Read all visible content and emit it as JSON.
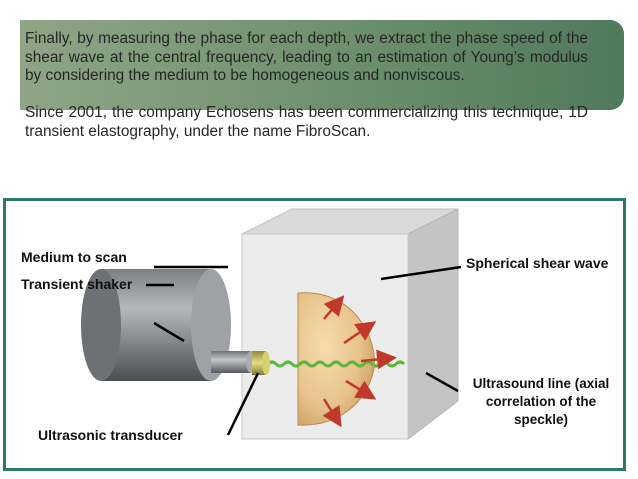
{
  "slide": {
    "paragraph1": "Finally, by measuring the phase for each depth, we extract the phase speed of the shear wave at the central frequency, leading to an estimation of Young’s modulus by considering the medium to be homogeneous and nonviscous.",
    "paragraph2": "Since 2001, the company Echosens has been commercializing this technique, 1D transient elastography, under the name FibroScan."
  },
  "diagram": {
    "labels": {
      "medium": "Medium to scan",
      "shaker": "Transient shaker",
      "transducer": "Ultrasonic transducer",
      "shear_wave": "Spherical shear wave",
      "us_line_1": "Ultrasound line (axial",
      "us_line_2": "correlation of the",
      "us_line_3": "speckle)"
    },
    "colors": {
      "frame": "#2e7a68",
      "arrows": "#c0392b",
      "us_line": "#5cb83a"
    }
  }
}
